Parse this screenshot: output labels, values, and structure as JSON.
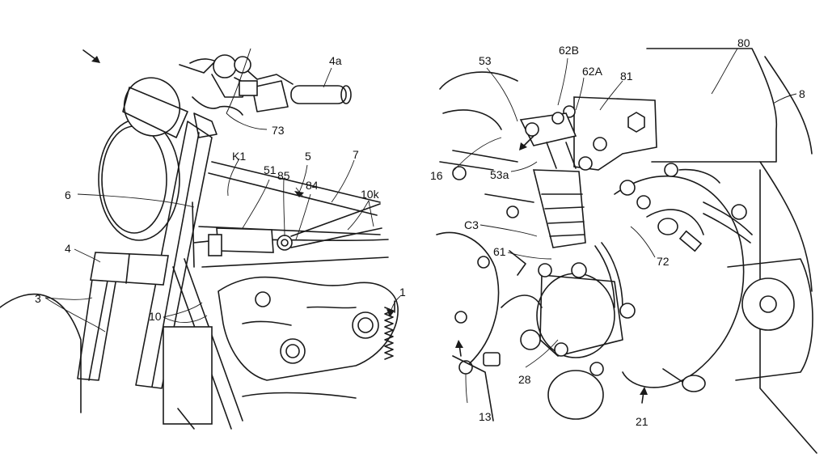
{
  "figures": [
    {
      "id": "left",
      "labels": [
        "4a",
        "73",
        "K1",
        "51",
        "5",
        "7",
        "85",
        "84",
        "10k",
        "6",
        "4",
        "3",
        "10",
        "1"
      ]
    },
    {
      "id": "right",
      "labels": [
        "53",
        "62B",
        "62A",
        "81",
        "80",
        "8",
        "16",
        "53a",
        "C3",
        "61",
        "72",
        "28",
        "13",
        "21"
      ]
    }
  ],
  "left_labels": {
    "l_4a": "4a",
    "l_73": "73",
    "l_K1": "K1",
    "l_51": "51",
    "l_5": "5",
    "l_7": "7",
    "l_85": "85",
    "l_84": "84",
    "l_10k": "10k",
    "l_6": "6",
    "l_4": "4",
    "l_3": "3",
    "l_10": "10",
    "l_1": "1"
  },
  "right_labels": {
    "r_53": "53",
    "r_62B": "62B",
    "r_62A": "62A",
    "r_81": "81",
    "r_80": "80",
    "r_8": "8",
    "r_16": "16",
    "r_53a": "53a",
    "r_C3": "C3",
    "r_61": "61",
    "r_72": "72",
    "r_28": "28",
    "r_13": "13",
    "r_21": "21"
  },
  "colors": {
    "ink": "#1a1a1a",
    "background": "#ffffff"
  }
}
